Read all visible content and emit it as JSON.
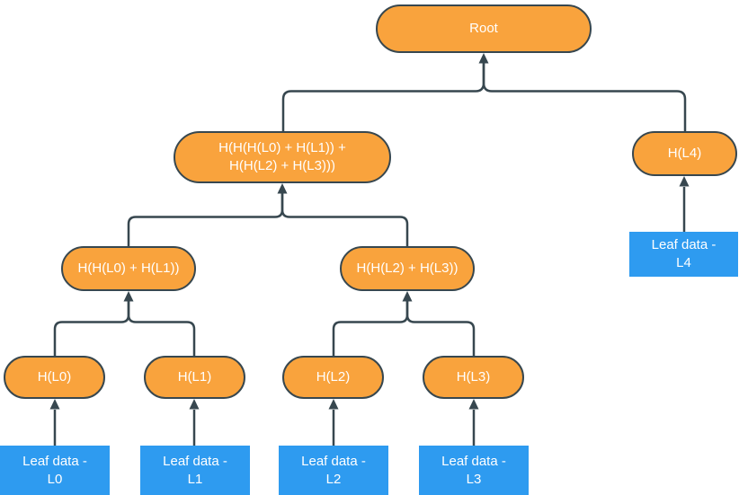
{
  "colors": {
    "node_fill": "#F9A33D",
    "node_border": "#37474F",
    "connector": "#37474F",
    "leaf_fill": "#2E9BF0",
    "node_text": "#FFFFFF",
    "background": "#FFFFFF"
  },
  "nodes": {
    "root": {
      "label": "Root"
    },
    "hash_l0l3": {
      "line1": "H(H(H(L0) + H(L1)) +",
      "line2": "H(H(L2) + H(L3)))"
    },
    "hash_l4": {
      "label": "H(L4)"
    },
    "hash_l0l1": {
      "label": "H(H(L0) + H(L1))"
    },
    "hash_l2l3": {
      "label": "H(H(L2) + H(L3))"
    },
    "hash_l0": {
      "label": "H(L0)"
    },
    "hash_l1": {
      "label": "H(L1)"
    },
    "hash_l2": {
      "label": "H(L2)"
    },
    "hash_l3": {
      "label": "H(L3)"
    },
    "leaf_l0": {
      "line1": "Leaf data -",
      "line2": "L0"
    },
    "leaf_l1": {
      "line1": "Leaf data -",
      "line2": "L1"
    },
    "leaf_l2": {
      "line1": "Leaf data -",
      "line2": "L2"
    },
    "leaf_l3": {
      "line1": "Leaf data -",
      "line2": "L3"
    },
    "leaf_l4": {
      "line1": "Leaf data -",
      "line2": "L4"
    }
  },
  "edges": [
    {
      "from": "hash_l0l3",
      "to": "root"
    },
    {
      "from": "hash_l4",
      "to": "root"
    },
    {
      "from": "hash_l0l1",
      "to": "hash_l0l3"
    },
    {
      "from": "hash_l2l3",
      "to": "hash_l0l3"
    },
    {
      "from": "hash_l0",
      "to": "hash_l0l1"
    },
    {
      "from": "hash_l1",
      "to": "hash_l0l1"
    },
    {
      "from": "hash_l2",
      "to": "hash_l2l3"
    },
    {
      "from": "hash_l3",
      "to": "hash_l2l3"
    },
    {
      "from": "leaf_l0",
      "to": "hash_l0"
    },
    {
      "from": "leaf_l1",
      "to": "hash_l1"
    },
    {
      "from": "leaf_l2",
      "to": "hash_l2"
    },
    {
      "from": "leaf_l3",
      "to": "hash_l3"
    },
    {
      "from": "leaf_l4",
      "to": "hash_l4"
    }
  ]
}
